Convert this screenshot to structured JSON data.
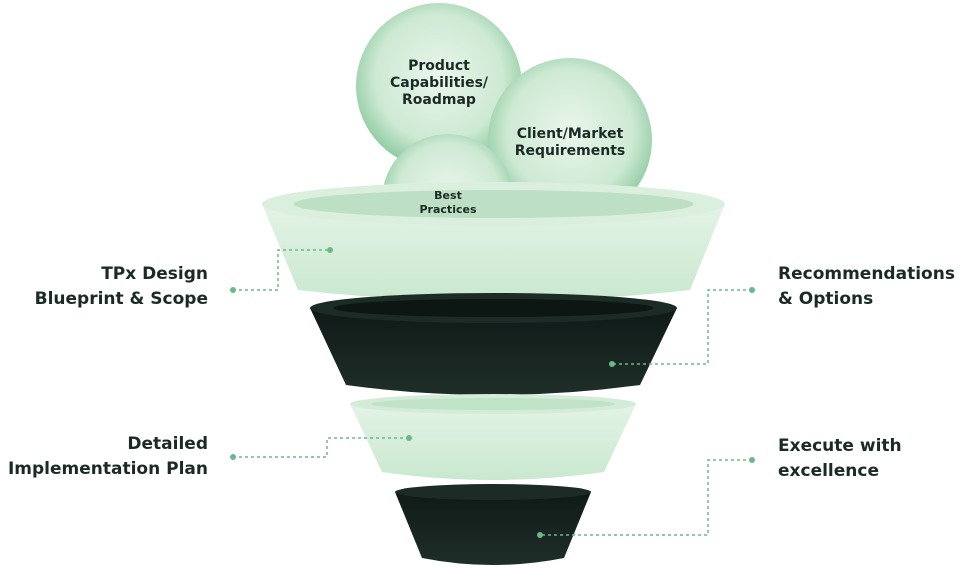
{
  "colors": {
    "light_green": "#d7eedb",
    "mid_green": "#bfe3c7",
    "dark": "#1b2925",
    "accent": "#6bb889",
    "text": "#1c2a25"
  },
  "spheres": [
    {
      "id": "product",
      "lines": [
        "Product",
        "Capabilities/",
        "Roadmap"
      ]
    },
    {
      "id": "client",
      "lines": [
        "Client/Market",
        "Requirements"
      ]
    },
    {
      "id": "best",
      "lines": [
        "Best",
        "Practices"
      ]
    }
  ],
  "stages": [
    {
      "id": "design",
      "lines": [
        "TPx Design",
        "Blueprint & Scope"
      ],
      "side": "left",
      "tone": "light"
    },
    {
      "id": "recommend",
      "lines": [
        "Recommendations",
        "& Options"
      ],
      "side": "right",
      "tone": "dark"
    },
    {
      "id": "implement",
      "lines": [
        "Detailed",
        "Implementation Plan"
      ],
      "side": "left",
      "tone": "light"
    },
    {
      "id": "execute",
      "lines": [
        "Execute with",
        "excellence"
      ],
      "side": "right",
      "tone": "dark"
    }
  ]
}
